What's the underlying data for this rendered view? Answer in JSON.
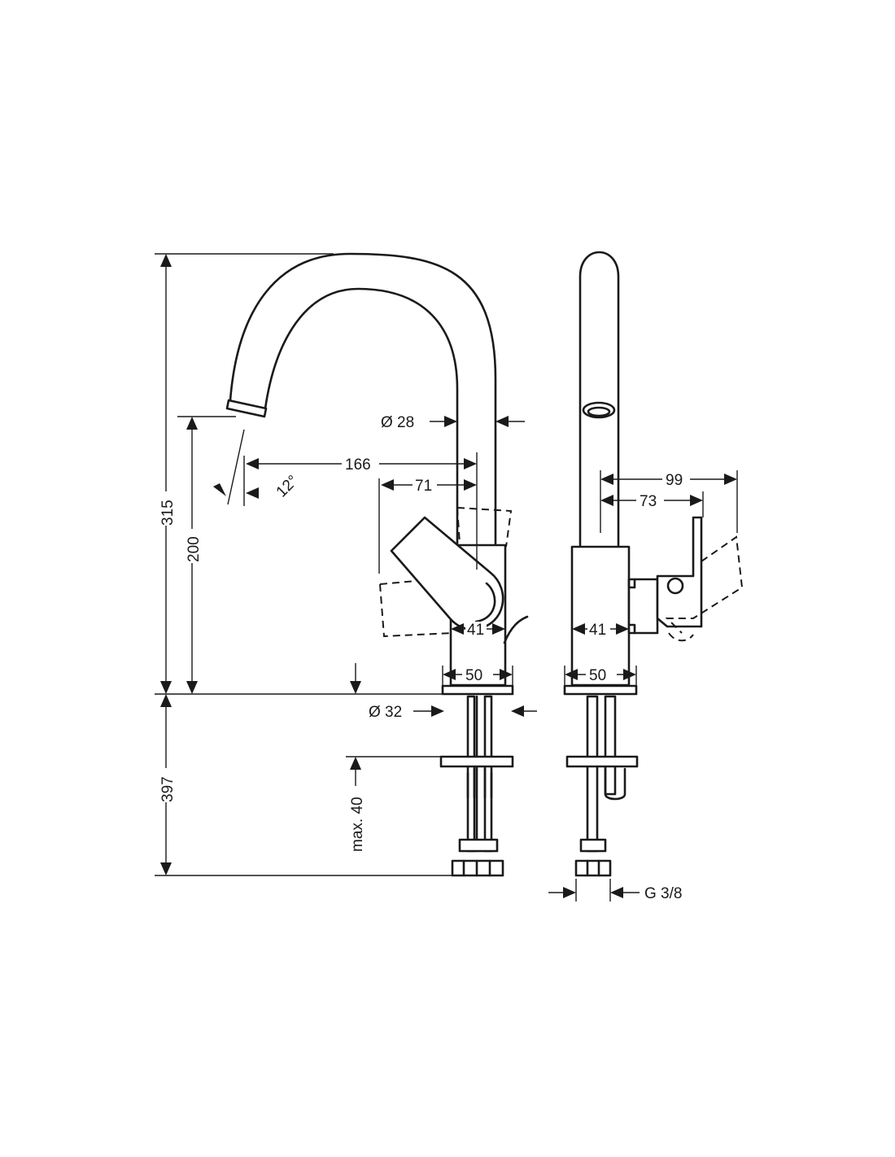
{
  "colors": {
    "ink": "#1a1a1a",
    "background": "#ffffff"
  },
  "dimensions": {
    "total_height_above": "315",
    "spout_height": "200",
    "below_deck": "397",
    "spout_diameter": "Ø 28",
    "spout_reach": "166",
    "lever_reach": "71",
    "spout_angle": "12°",
    "base_41_front": "41",
    "base_50_front": "50",
    "hole_diameter": "Ø 32",
    "max_thickness": "max. 40",
    "side_99": "99",
    "side_73": "73",
    "base_41_side": "41",
    "base_50_side": "50",
    "connection": "G 3/8"
  }
}
